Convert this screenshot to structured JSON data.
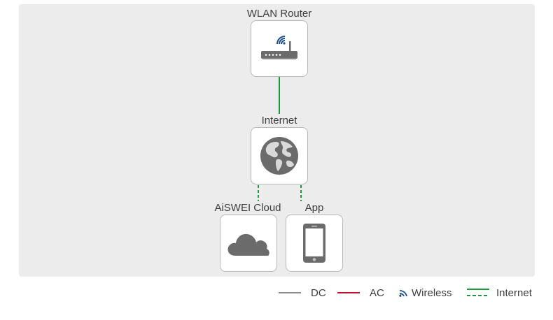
{
  "nodes": {
    "router": {
      "label": "WLAN Router",
      "icon": "wlan-router-icon"
    },
    "internet": {
      "label": "Internet",
      "icon": "globe-icon"
    },
    "cloud": {
      "label": "AiSWEI Cloud",
      "icon": "cloud-icon"
    },
    "app": {
      "label": "App",
      "icon": "smartphone-icon"
    }
  },
  "connections": [
    {
      "from": "WLAN Router",
      "to": "Internet",
      "type": "Internet",
      "style": "solid"
    },
    {
      "from": "Internet",
      "to": "AiSWEI Cloud",
      "type": "Internet",
      "style": "dashed"
    },
    {
      "from": "Internet",
      "to": "App",
      "type": "Internet",
      "style": "dashed"
    }
  ],
  "legend": [
    {
      "label": "DC",
      "color": "#8c8c8c",
      "style": "solid"
    },
    {
      "label": "AC",
      "color": "#c8102e",
      "style": "solid"
    },
    {
      "label": "Wireless",
      "color": "#1f4e8c",
      "style": "wireless",
      "icon": "wireless-icon"
    },
    {
      "label": "Internet",
      "color": "#1a9a3c",
      "style": "solid-over-dashed"
    }
  ],
  "colors": {
    "panel": "#ececec",
    "internet_line": "#1a9a3c",
    "icon_gray": "#6b6b6b",
    "wifi_blue": "#1f4e8c"
  }
}
